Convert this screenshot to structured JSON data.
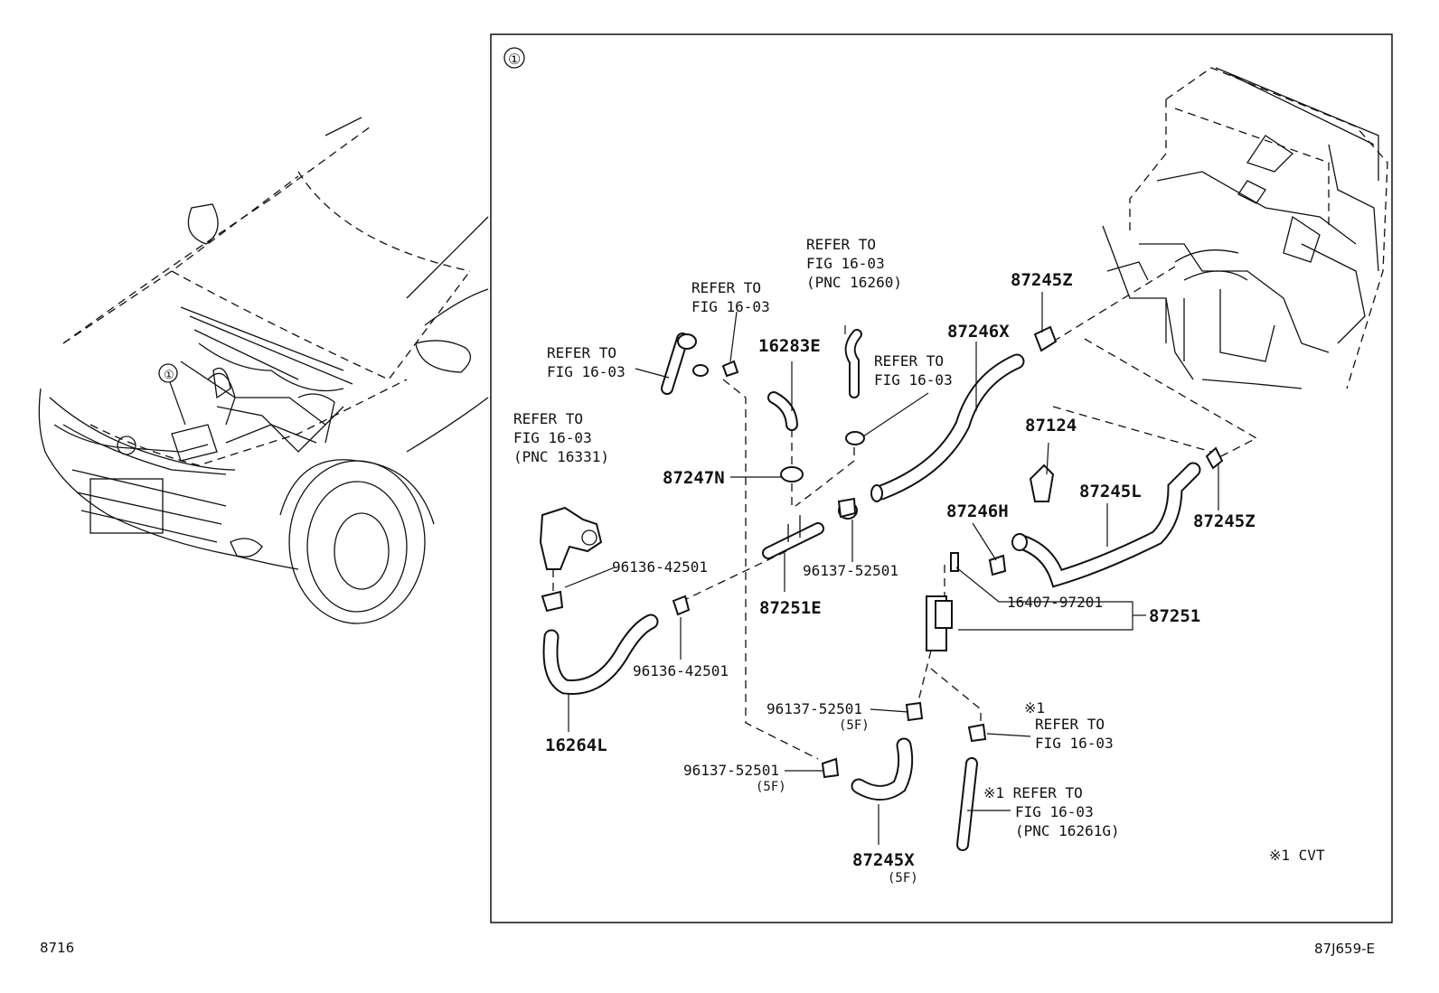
{
  "diagram": {
    "figure_code": "87J659-E",
    "page_code": "8716",
    "detail_marker": "①",
    "note": "※1 CVT",
    "callouts": {
      "c_87245Z_top": "87245Z",
      "c_87246X": "87246X",
      "c_16283E": "16283E",
      "c_87247N": "87247N",
      "c_87124": "87124",
      "c_87245L": "87245L",
      "c_87245Z_right": "87245Z",
      "c_87246H": "87246H",
      "c_96136_upper": "96136-42501",
      "c_96137_mid": "96137-52501",
      "c_87251E": "87251E",
      "c_16407": "16407-97201",
      "c_87251": "87251",
      "c_96136_lower": "96136-42501",
      "c_16264L": "16264L",
      "c_96137_low1": "96137-52501",
      "c_96137_low1_sub": "(5F)",
      "c_96137_low2": "96137-52501",
      "c_96137_low2_sub": "(5F)",
      "c_87245X": "87245X",
      "c_87245X_sub": "(5F)"
    },
    "references": {
      "r1": [
        "REFER TO",
        "FIG 16-03",
        "(PNC 16260)"
      ],
      "r2": [
        "REFER TO",
        "FIG 16-03"
      ],
      "r3": [
        "REFER TO",
        "FIG 16-03"
      ],
      "r4": [
        "REFER TO",
        "FIG 16-03"
      ],
      "r5": [
        "REFER TO",
        "FIG 16-03",
        "(PNC 16331)"
      ],
      "r6": [
        "※1",
        "REFER TO",
        "FIG 16-03"
      ],
      "r7": [
        "※1 REFER TO",
        "FIG 16-03",
        "(PNC 16261G)"
      ]
    }
  }
}
